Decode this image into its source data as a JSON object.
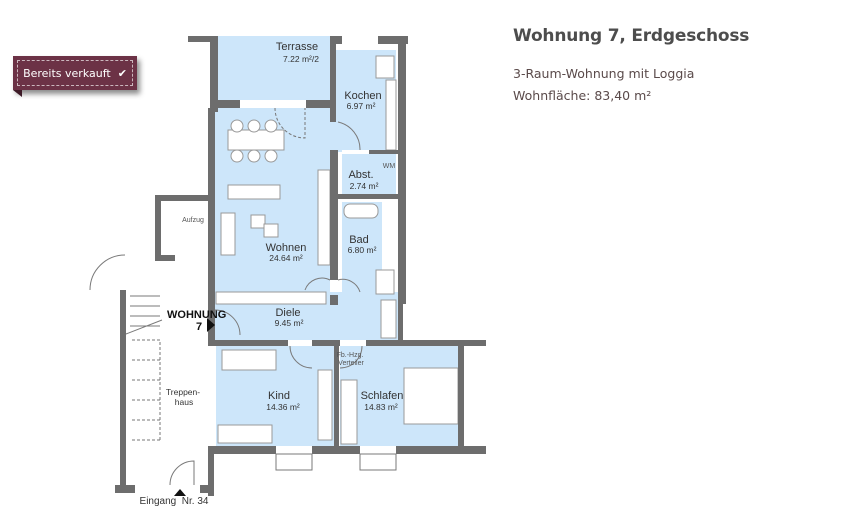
{
  "badge": {
    "label": "Bereits verkauft",
    "icon": "check-icon",
    "color": "#6c3246"
  },
  "listing": {
    "title": "Wohnung 7, Erdgeschoss",
    "type": "3-Raum-Wohnung mit Loggia",
    "area": "Wohnfläche: 83,40 m²"
  },
  "plan": {
    "rooms": [
      {
        "name": "Terrasse",
        "area": "7.22 m²/2"
      },
      {
        "name": "Kochen",
        "area": "6.97 m²"
      },
      {
        "name": "Abst.",
        "area": "2.74 m²"
      },
      {
        "name": "Wohnen",
        "area": "24.64 m²"
      },
      {
        "name": "Bad",
        "area": "6.80 m²"
      },
      {
        "name": "Diele",
        "area": "9.45 m²"
      },
      {
        "name": "Kind",
        "area": "14.36 m²"
      },
      {
        "name": "Schlafen",
        "area": "14.83 m²"
      }
    ],
    "aufzug": "Aufzug",
    "treppenhaus_1": "Treppen-",
    "treppenhaus_2": "haus",
    "unit_label_1": "WOHNUNG",
    "unit_label_2": "7",
    "entrance": "Eingang  Nr. 34",
    "wm": "WM",
    "verteiler_1": "Fb.-Hzg.",
    "verteiler_2": "Verteiler"
  }
}
